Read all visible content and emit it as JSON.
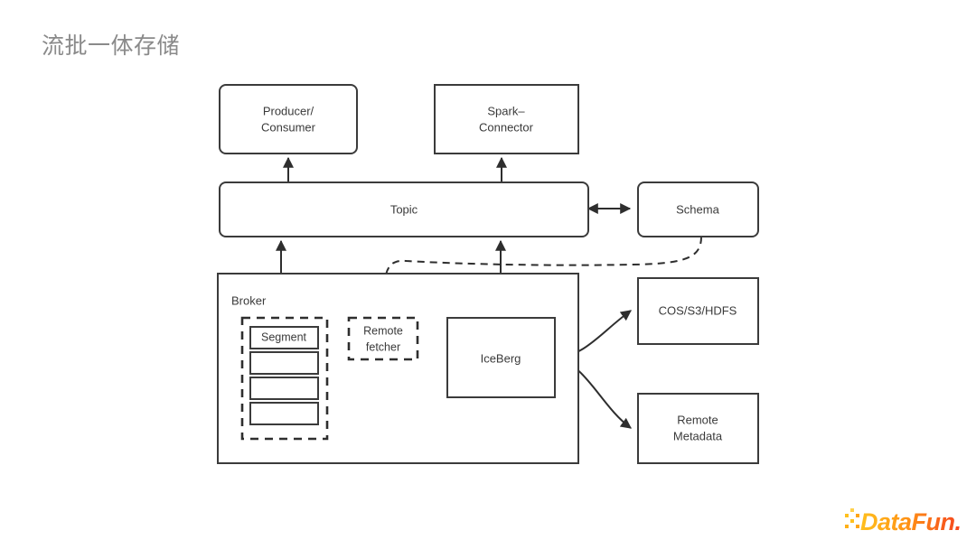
{
  "slide": {
    "title": "流批一体存储",
    "background": "#ffffff",
    "title_color": "#8a8a8a"
  },
  "diagram": {
    "type": "architecture-block-diagram",
    "stroke_color": "#2e2e2e",
    "text_color": "#3a3a3a",
    "nodes": [
      {
        "id": "producer_consumer",
        "label_line1": "Producer/",
        "label_line2": "Consumer",
        "shape": "rounded-rect"
      },
      {
        "id": "spark_connector",
        "label_line1": "Spark–",
        "label_line2": "Connector",
        "shape": "rect"
      },
      {
        "id": "topic",
        "label": "Topic",
        "shape": "rounded-rect"
      },
      {
        "id": "schema",
        "label": "Schema",
        "shape": "rounded-rect"
      },
      {
        "id": "broker",
        "label": "Broker",
        "shape": "rect",
        "label_position": "top-left"
      },
      {
        "id": "segment_group",
        "label": "",
        "shape": "dashed-rect"
      },
      {
        "id": "segment",
        "label": "Segment",
        "shape": "rect"
      },
      {
        "id": "segment_2",
        "label": "",
        "shape": "rect"
      },
      {
        "id": "segment_3",
        "label": "",
        "shape": "rect"
      },
      {
        "id": "segment_4",
        "label": "",
        "shape": "rect"
      },
      {
        "id": "remote_fetcher",
        "label_line1": "Remote",
        "label_line2": "fetcher",
        "shape": "dashed-rect"
      },
      {
        "id": "iceberg",
        "label": "IceBerg",
        "shape": "rect"
      },
      {
        "id": "cos_s3_hdfs",
        "label": "COS/S3/HDFS",
        "shape": "rect"
      },
      {
        "id": "remote_metadata",
        "label_line1": "Remote",
        "label_line2": "Metadata",
        "shape": "rect"
      }
    ],
    "edges": [
      {
        "from": "topic",
        "to": "producer_consumer",
        "style": "solid",
        "arrow": "end"
      },
      {
        "from": "topic",
        "to": "spark_connector",
        "style": "solid",
        "arrow": "end"
      },
      {
        "from": "topic",
        "to": "schema",
        "style": "solid",
        "arrow": "both"
      },
      {
        "from": "broker",
        "to": "topic",
        "style": "solid",
        "arrow": "end"
      },
      {
        "from": "iceberg",
        "to": "topic",
        "style": "solid",
        "arrow": "end"
      },
      {
        "from": "schema",
        "to": "remote_fetcher",
        "style": "dashed",
        "arrow": "end"
      },
      {
        "from": "segment_group",
        "to": "remote_fetcher",
        "style": "solid",
        "arrow": "end"
      },
      {
        "from": "remote_fetcher",
        "to": "iceberg",
        "style": "solid",
        "arrow": "end"
      },
      {
        "from": "iceberg",
        "to": "cos_s3_hdfs",
        "style": "solid",
        "arrow": "end"
      },
      {
        "from": "iceberg",
        "to": "remote_metadata",
        "style": "solid",
        "arrow": "end"
      }
    ]
  },
  "logo": {
    "text_data": "Data",
    "text_fun": "Fun",
    "text_dot": ".",
    "color_start": "#ffc01e",
    "color_mid": "#ff9415",
    "color_end": "#f5441e"
  }
}
